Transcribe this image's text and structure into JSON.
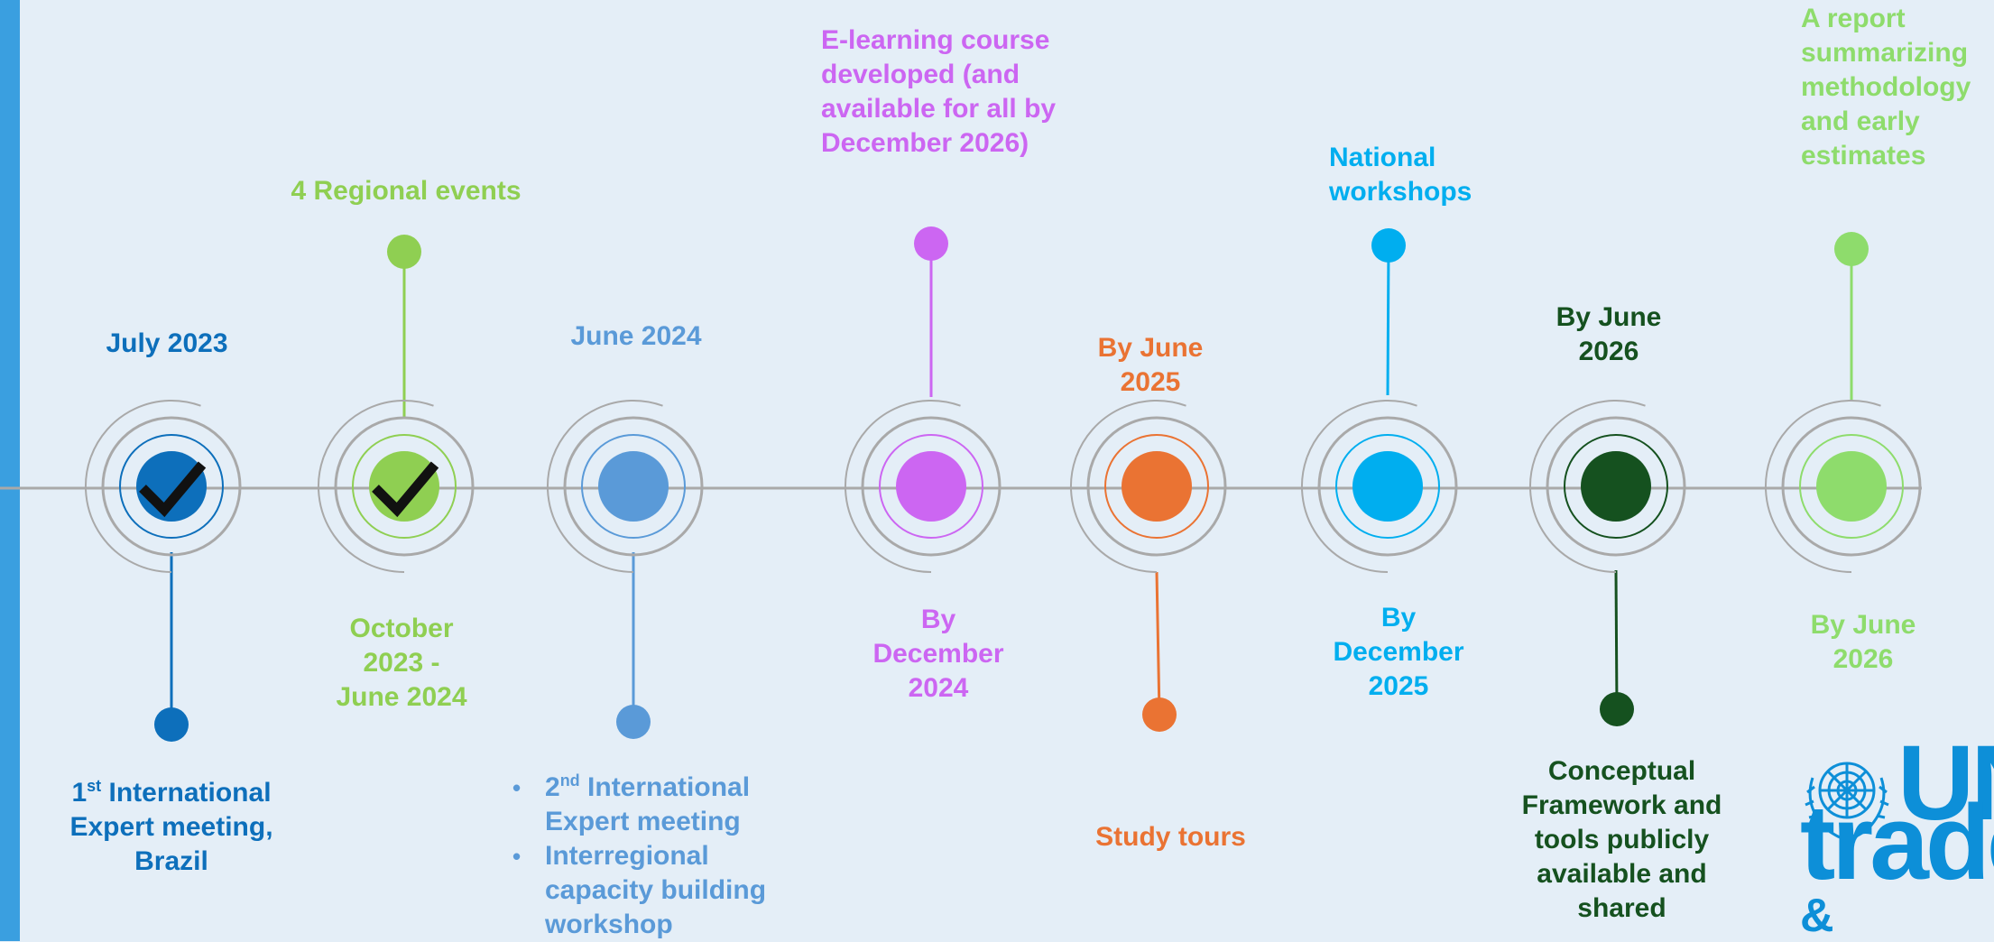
{
  "colors": {
    "background": "#e4eef7",
    "accent_bar": "#3a9fe0",
    "axis": "#a9a9a9",
    "ring": "#a9a9a9"
  },
  "milestones": [
    {
      "id": "m1",
      "date": "July 2023",
      "bottom_lines": [
        "International",
        "Expert meeting,",
        "Brazil"
      ],
      "bottom_ordinal": "1",
      "bottom_sup": "st",
      "color": "#0d6fbb",
      "completed": true,
      "icon": "check-icon"
    },
    {
      "id": "m2",
      "top_text": "4 Regional events",
      "date_lines": [
        "October",
        "2023 -",
        "June 2024"
      ],
      "color": "#8fcf52",
      "completed": true,
      "icon": "check-icon"
    },
    {
      "id": "m3",
      "date": "June 2024",
      "bullets": [
        {
          "ordinal": "2",
          "sup": "nd",
          "text": "International Expert meeting"
        },
        {
          "text": "Interregional capacity building workshop"
        }
      ],
      "color": "#5a9ad8",
      "completed": false
    },
    {
      "id": "m4",
      "top_text": "E-learning course developed (and available for all by December 2026)",
      "date_lines": [
        "By",
        "December",
        "2024"
      ],
      "color": "#cc66f2",
      "completed": false
    },
    {
      "id": "m5",
      "date_lines": [
        "By June",
        "2025"
      ],
      "bottom_text": "Study tours",
      "color": "#ea7333",
      "completed": false
    },
    {
      "id": "m6",
      "top_text": "National workshops",
      "date_lines": [
        "By",
        "December",
        "2025"
      ],
      "color": "#00aeef",
      "completed": false
    },
    {
      "id": "m7",
      "date_lines": [
        "By June",
        "2026"
      ],
      "bottom_text": "Conceptual Framework and tools publicly available and shared",
      "color": "#15511f",
      "completed": false
    },
    {
      "id": "m8",
      "top_text": "A report summarizing methodology and early estimates",
      "date_lines": [
        "By June",
        "2026"
      ],
      "color": "#8edc6c",
      "completed": false
    }
  ],
  "logo": {
    "line1": "UN",
    "line2": "trade",
    "line3": "& development",
    "icon": "un-emblem-icon"
  }
}
